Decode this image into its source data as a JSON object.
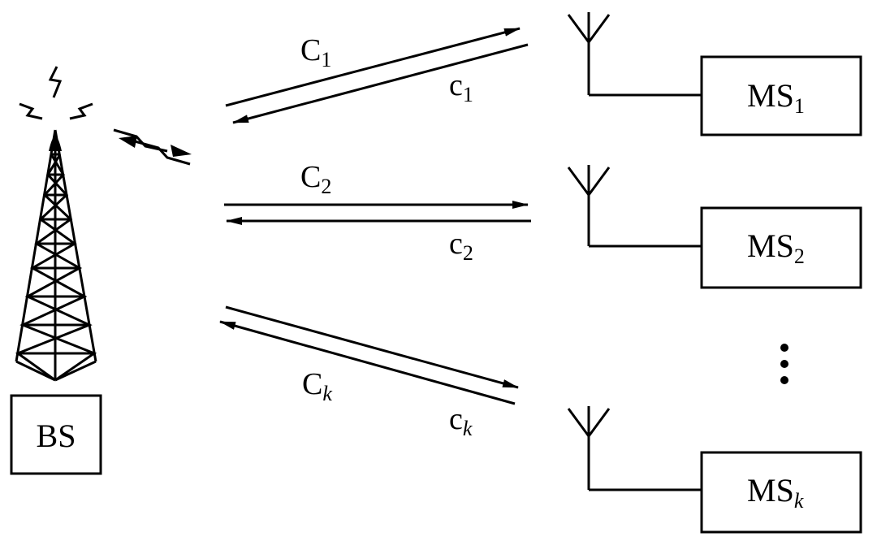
{
  "base_station": {
    "label": "BS"
  },
  "mobile_stations": [
    {
      "label": "MS",
      "sub": "1",
      "sub_italic": false
    },
    {
      "label": "MS",
      "sub": "2",
      "sub_italic": false
    },
    {
      "label": "MS",
      "sub": "k",
      "sub_italic": true
    }
  ],
  "channels": [
    {
      "upper_label": "C",
      "upper_sub": "1",
      "lower_label": "c",
      "lower_sub": "1"
    },
    {
      "upper_label": "C",
      "upper_sub": "2",
      "lower_label": "c",
      "lower_sub": "2"
    },
    {
      "upper_label": "C",
      "upper_sub": "k",
      "lower_label": "c",
      "lower_sub": "k"
    }
  ],
  "ellipsis": "⋮"
}
